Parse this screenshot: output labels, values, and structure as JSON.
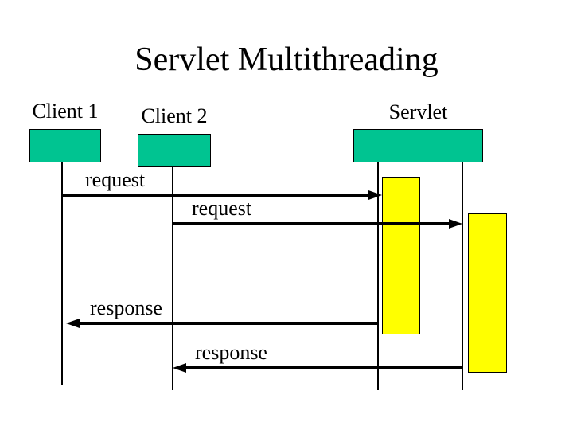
{
  "slide": {
    "title": "Servlet Multithreading",
    "background_color": "#FFFFFF"
  },
  "colors": {
    "actor_box_fill": "#00C491",
    "activation_bar_fill": "#FFFF00",
    "line_color": "#000000",
    "text_color": "#000000"
  },
  "actors": [
    {
      "label": "Client 1"
    },
    {
      "label": "Client 2"
    },
    {
      "label": "Servlet"
    }
  ],
  "messages": [
    {
      "label": "request",
      "from": "Client 1",
      "to": "Servlet",
      "direction": "right"
    },
    {
      "label": "request",
      "from": "Client 2",
      "to": "Servlet",
      "direction": "right"
    },
    {
      "label": "response",
      "from": "Servlet",
      "to": "Client 1",
      "direction": "left"
    },
    {
      "label": "response",
      "from": "Servlet",
      "to": "Client 2",
      "direction": "left"
    }
  ]
}
